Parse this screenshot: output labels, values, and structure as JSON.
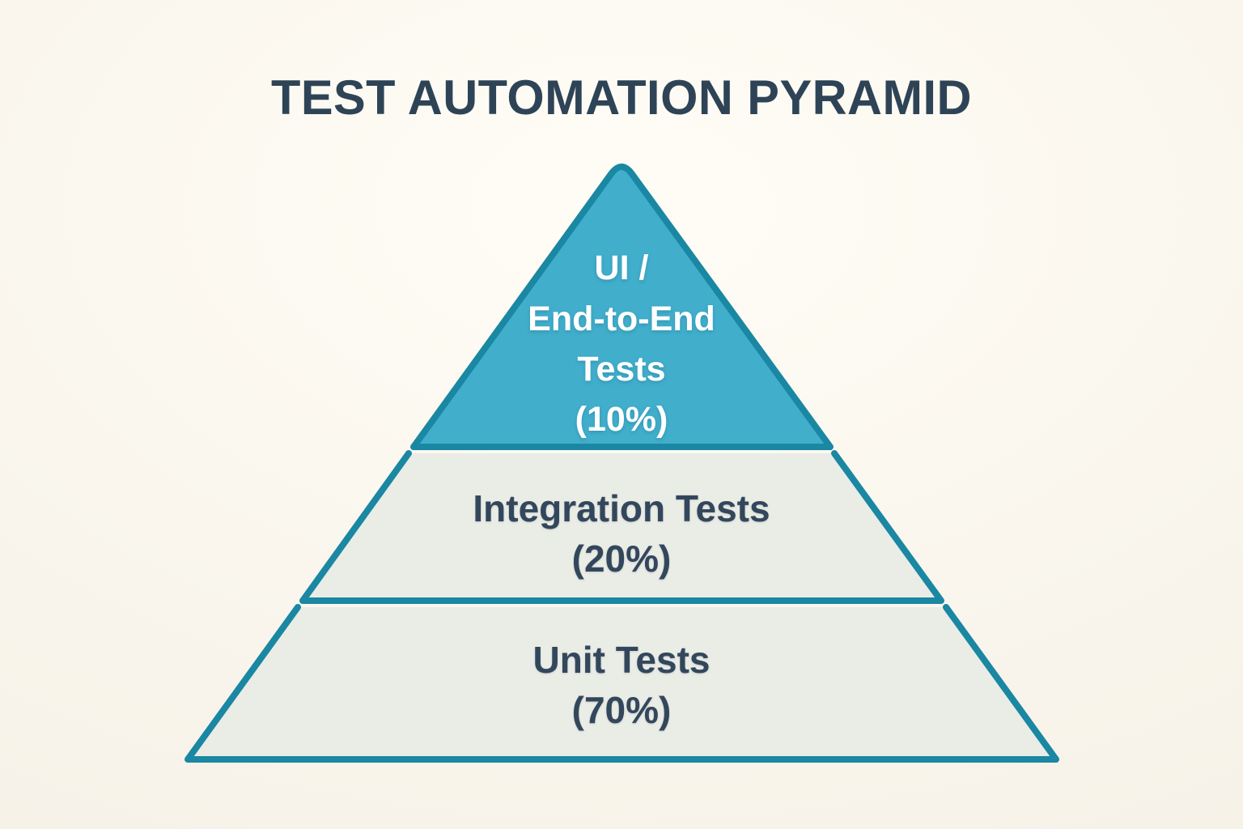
{
  "title": "TEST AUTOMATION PYRAMID",
  "colors": {
    "background": "#F8F4EB",
    "background_highlight": "#FFFDF6",
    "teal_fill": "#41AECC",
    "teal_border": "#1A87A3",
    "gray_fill": "#EAECE6",
    "title_text": "#2E4456",
    "dark_text": "#33475C",
    "light_text": "#FFFFFF"
  },
  "pyramid": {
    "layers": [
      {
        "id": "ui-end-to-end-tests",
        "label": "UI / End-to-End Tests",
        "percent": "10%",
        "lines": [
          "UI /",
          "End-to-End",
          "Tests",
          "(10%)"
        ]
      },
      {
        "id": "integration-tests",
        "label": "Integration Tests",
        "percent": "20%",
        "lines": [
          "Integration Tests",
          "(20%)"
        ]
      },
      {
        "id": "unit-tests",
        "label": "Unit Tests",
        "percent": "70%",
        "lines": [
          "Unit Tests",
          "(70%)"
        ]
      }
    ]
  },
  "chart_data": {
    "type": "pyramid",
    "title": "TEST AUTOMATION PYRAMID",
    "categories": [
      "UI / End-to-End Tests",
      "Integration Tests",
      "Unit Tests"
    ],
    "values": [
      10,
      20,
      70
    ],
    "unit": "%",
    "order": "top-to-bottom"
  }
}
